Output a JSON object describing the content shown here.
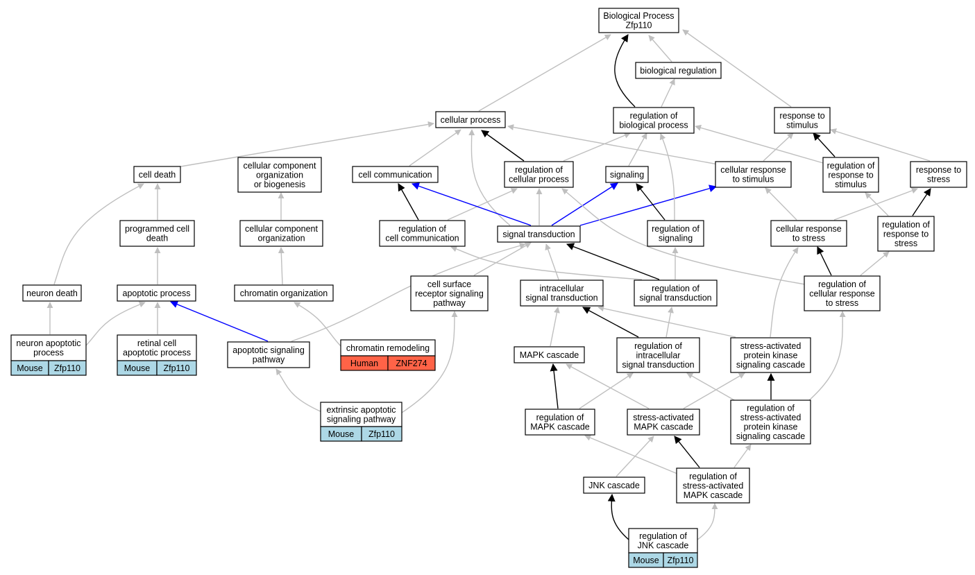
{
  "colors": {
    "gray_edge": "#bfbfbf",
    "black_edge": "#000000",
    "blue_edge": "#0000ff",
    "mouse_fill": "#add8e6",
    "human_fill": "#ff6347"
  },
  "nodes": {
    "bp_zfp110": [
      "Biological Process",
      "Zfp110"
    ],
    "biological_regulation": [
      "biological regulation"
    ],
    "cellular_process": [
      "cellular process"
    ],
    "regulation_of_biological_process": [
      "regulation of",
      "biological process"
    ],
    "response_to_stimulus": [
      "response to",
      "stimulus"
    ],
    "cell_death": [
      "cell death"
    ],
    "cellular_component_organization_or_biogenesis": [
      "cellular component",
      "organization",
      "or biogenesis"
    ],
    "cell_communication": [
      "cell communication"
    ],
    "regulation_of_cellular_process": [
      "regulation of",
      "cellular process"
    ],
    "signaling": [
      "signaling"
    ],
    "cellular_response_to_stimulus": [
      "cellular response",
      "to stimulus"
    ],
    "regulation_of_response_to_stimulus": [
      "regulation of",
      "response to",
      "stimulus"
    ],
    "response_to_stress": [
      "response to",
      "stress"
    ],
    "programmed_cell_death": [
      "programmed cell",
      "death"
    ],
    "cellular_component_organization": [
      "cellular component",
      "organization"
    ],
    "regulation_of_cell_communication": [
      "regulation of",
      "cell communication"
    ],
    "signal_transduction": [
      "signal transduction"
    ],
    "regulation_of_signaling": [
      "regulation of",
      "signaling"
    ],
    "cellular_response_to_stress": [
      "cellular response",
      "to stress"
    ],
    "regulation_of_response_to_stress": [
      "regulation of",
      "response to",
      "stress"
    ],
    "neuron_death": [
      "neuron death"
    ],
    "apoptotic_process": [
      "apoptotic process"
    ],
    "chromatin_organization": [
      "chromatin organization"
    ],
    "cell_surface_receptor_signaling_pathway": [
      "cell surface",
      "receptor signaling",
      "pathway"
    ],
    "intracellular_signal_transduction": [
      "intracellular",
      "signal transduction"
    ],
    "regulation_of_signal_transduction": [
      "regulation of",
      "signal transduction"
    ],
    "regulation_of_cellular_response_to_stress": [
      "regulation of",
      "cellular response",
      "to stress"
    ],
    "neuron_apoptotic_process": [
      "neuron apoptotic",
      "process"
    ],
    "retinal_cell_apoptotic_process": [
      "retinal cell",
      "apoptotic process"
    ],
    "apoptotic_signaling_pathway": [
      "apoptotic signaling",
      "pathway"
    ],
    "chromatin_remodeling": [
      "chromatin remodeling"
    ],
    "mapk_cascade": [
      "MAPK cascade"
    ],
    "regulation_of_intracellular_signal_transduction": [
      "regulation of",
      "intracellular",
      "signal transduction"
    ],
    "stress_activated_protein_kinase_signaling_cascade": [
      "stress-activated",
      "protein kinase",
      "signaling cascade"
    ],
    "extrinsic_apoptotic_signaling_pathway": [
      "extrinsic apoptotic",
      "signaling pathway"
    ],
    "regulation_of_mapk_cascade": [
      "regulation of",
      "MAPK cascade"
    ],
    "stress_activated_mapk_cascade": [
      "stress-activated",
      "MAPK cascade"
    ],
    "regulation_of_stress_activated_protein_kinase_signaling_cascade": [
      "regulation of",
      "stress-activated",
      "protein kinase",
      "signaling cascade"
    ],
    "jnk_cascade": [
      "JNK cascade"
    ],
    "regulation_of_stress_activated_mapk_cascade": [
      "regulation of",
      "stress-activated",
      "MAPK cascade"
    ],
    "regulation_of_jnk_cascade": [
      "regulation of",
      "JNK cascade"
    ]
  },
  "annotations": {
    "neuron_apoptotic_process": {
      "species": "Mouse",
      "gene": "Zfp110",
      "fill": "mouse"
    },
    "retinal_cell_apoptotic_process": {
      "species": "Mouse",
      "gene": "Zfp110",
      "fill": "mouse"
    },
    "chromatin_remodeling": {
      "species": "Human",
      "gene": "ZNF274",
      "fill": "human"
    },
    "extrinsic_apoptotic_signaling_pathway": {
      "species": "Mouse",
      "gene": "Zfp110",
      "fill": "mouse"
    },
    "regulation_of_jnk_cascade": {
      "species": "Mouse",
      "gene": "Zfp110",
      "fill": "mouse"
    }
  },
  "edges": [
    {
      "from": "biological_regulation",
      "to": "bp_zfp110",
      "kind": "gray"
    },
    {
      "from": "cellular_process",
      "to": "bp_zfp110",
      "kind": "gray"
    },
    {
      "from": "regulation_of_biological_process",
      "to": "bp_zfp110",
      "kind": "black"
    },
    {
      "from": "regulation_of_biological_process",
      "to": "biological_regulation",
      "kind": "gray"
    },
    {
      "from": "response_to_stimulus",
      "to": "bp_zfp110",
      "kind": "gray"
    },
    {
      "from": "cell_death",
      "to": "cellular_process",
      "kind": "gray"
    },
    {
      "from": "cell_communication",
      "to": "cellular_process",
      "kind": "gray"
    },
    {
      "from": "regulation_of_cellular_process",
      "to": "cellular_process",
      "kind": "black"
    },
    {
      "from": "regulation_of_cellular_process",
      "to": "regulation_of_biological_process",
      "kind": "gray"
    },
    {
      "from": "signaling",
      "to": "regulation_of_biological_process",
      "kind": "gray"
    },
    {
      "from": "cellular_response_to_stimulus",
      "to": "cellular_process",
      "kind": "gray"
    },
    {
      "from": "cellular_response_to_stimulus",
      "to": "response_to_stimulus",
      "kind": "gray"
    },
    {
      "from": "regulation_of_response_to_stimulus",
      "to": "response_to_stimulus",
      "kind": "black"
    },
    {
      "from": "regulation_of_response_to_stimulus",
      "to": "regulation_of_biological_process",
      "kind": "gray"
    },
    {
      "from": "response_to_stress",
      "to": "response_to_stimulus",
      "kind": "gray"
    },
    {
      "from": "programmed_cell_death",
      "to": "cell_death",
      "kind": "gray"
    },
    {
      "from": "cellular_component_organization",
      "to": "cellular_component_organization_or_biogenesis",
      "kind": "gray"
    },
    {
      "from": "regulation_of_cell_communication",
      "to": "cell_communication",
      "kind": "black"
    },
    {
      "from": "regulation_of_cell_communication",
      "to": "regulation_of_cellular_process",
      "kind": "gray"
    },
    {
      "from": "signal_transduction",
      "to": "cellular_process",
      "kind": "gray"
    },
    {
      "from": "signal_transduction",
      "to": "cell_communication",
      "kind": "blue"
    },
    {
      "from": "signal_transduction",
      "to": "regulation_of_cellular_process",
      "kind": "gray"
    },
    {
      "from": "signal_transduction",
      "to": "signaling",
      "kind": "blue"
    },
    {
      "from": "signal_transduction",
      "to": "cellular_response_to_stimulus",
      "kind": "blue"
    },
    {
      "from": "regulation_of_signaling",
      "to": "signaling",
      "kind": "black"
    },
    {
      "from": "regulation_of_signaling",
      "to": "regulation_of_biological_process",
      "kind": "gray"
    },
    {
      "from": "cellular_response_to_stress",
      "to": "cellular_response_to_stimulus",
      "kind": "gray"
    },
    {
      "from": "cellular_response_to_stress",
      "to": "response_to_stress",
      "kind": "gray"
    },
    {
      "from": "regulation_of_response_to_stress",
      "to": "response_to_stress",
      "kind": "black"
    },
    {
      "from": "regulation_of_response_to_stress",
      "to": "regulation_of_response_to_stimulus",
      "kind": "gray"
    },
    {
      "from": "neuron_death",
      "to": "cell_death",
      "kind": "gray"
    },
    {
      "from": "apoptotic_process",
      "to": "programmed_cell_death",
      "kind": "gray"
    },
    {
      "from": "chromatin_organization",
      "to": "cellular_component_organization",
      "kind": "gray"
    },
    {
      "from": "cell_surface_receptor_signaling_pathway",
      "to": "signal_transduction",
      "kind": "gray"
    },
    {
      "from": "intracellular_signal_transduction",
      "to": "signal_transduction",
      "kind": "gray"
    },
    {
      "from": "regulation_of_signal_transduction",
      "to": "signal_transduction",
      "kind": "black"
    },
    {
      "from": "regulation_of_signal_transduction",
      "to": "regulation_of_signaling",
      "kind": "gray"
    },
    {
      "from": "regulation_of_signal_transduction",
      "to": "regulation_of_cell_communication",
      "kind": "gray"
    },
    {
      "from": "regulation_of_cellular_response_to_stress",
      "to": "cellular_response_to_stress",
      "kind": "black"
    },
    {
      "from": "regulation_of_cellular_response_to_stress",
      "to": "regulation_of_response_to_stress",
      "kind": "gray"
    },
    {
      "from": "regulation_of_cellular_response_to_stress",
      "to": "regulation_of_cellular_process",
      "kind": "gray"
    },
    {
      "from": "neuron_apoptotic_process",
      "to": "neuron_death",
      "kind": "gray"
    },
    {
      "from": "neuron_apoptotic_process",
      "to": "apoptotic_process",
      "kind": "gray"
    },
    {
      "from": "retinal_cell_apoptotic_process",
      "to": "apoptotic_process",
      "kind": "gray"
    },
    {
      "from": "apoptotic_signaling_pathway",
      "to": "apoptotic_process",
      "kind": "blue"
    },
    {
      "from": "apoptotic_signaling_pathway",
      "to": "signal_transduction",
      "kind": "gray"
    },
    {
      "from": "chromatin_remodeling",
      "to": "chromatin_organization",
      "kind": "gray"
    },
    {
      "from": "mapk_cascade",
      "to": "intracellular_signal_transduction",
      "kind": "gray"
    },
    {
      "from": "regulation_of_intracellular_signal_transduction",
      "to": "intracellular_signal_transduction",
      "kind": "black"
    },
    {
      "from": "regulation_of_intracellular_signal_transduction",
      "to": "regulation_of_signal_transduction",
      "kind": "gray"
    },
    {
      "from": "stress_activated_protein_kinase_signaling_cascade",
      "to": "intracellular_signal_transduction",
      "kind": "gray"
    },
    {
      "from": "stress_activated_protein_kinase_signaling_cascade",
      "to": "cellular_response_to_stress",
      "kind": "gray"
    },
    {
      "from": "extrinsic_apoptotic_signaling_pathway",
      "to": "apoptotic_signaling_pathway",
      "kind": "gray"
    },
    {
      "from": "extrinsic_apoptotic_signaling_pathway",
      "to": "cell_surface_receptor_signaling_pathway",
      "kind": "gray"
    },
    {
      "from": "regulation_of_mapk_cascade",
      "to": "mapk_cascade",
      "kind": "black"
    },
    {
      "from": "regulation_of_mapk_cascade",
      "to": "regulation_of_intracellular_signal_transduction",
      "kind": "gray"
    },
    {
      "from": "stress_activated_mapk_cascade",
      "to": "mapk_cascade",
      "kind": "gray"
    },
    {
      "from": "stress_activated_mapk_cascade",
      "to": "stress_activated_protein_kinase_signaling_cascade",
      "kind": "gray"
    },
    {
      "from": "regulation_of_stress_activated_protein_kinase_signaling_cascade",
      "to": "stress_activated_protein_kinase_signaling_cascade",
      "kind": "black"
    },
    {
      "from": "regulation_of_stress_activated_protein_kinase_signaling_cascade",
      "to": "regulation_of_intracellular_signal_transduction",
      "kind": "gray"
    },
    {
      "from": "regulation_of_stress_activated_protein_kinase_signaling_cascade",
      "to": "regulation_of_cellular_response_to_stress",
      "kind": "gray"
    },
    {
      "from": "jnk_cascade",
      "to": "stress_activated_mapk_cascade",
      "kind": "gray"
    },
    {
      "from": "regulation_of_stress_activated_mapk_cascade",
      "to": "stress_activated_mapk_cascade",
      "kind": "black"
    },
    {
      "from": "regulation_of_stress_activated_mapk_cascade",
      "to": "regulation_of_mapk_cascade",
      "kind": "gray"
    },
    {
      "from": "regulation_of_stress_activated_mapk_cascade",
      "to": "regulation_of_stress_activated_protein_kinase_signaling_cascade",
      "kind": "gray"
    },
    {
      "from": "regulation_of_jnk_cascade",
      "to": "jnk_cascade",
      "kind": "black"
    },
    {
      "from": "regulation_of_jnk_cascade",
      "to": "regulation_of_stress_activated_mapk_cascade",
      "kind": "gray"
    }
  ]
}
